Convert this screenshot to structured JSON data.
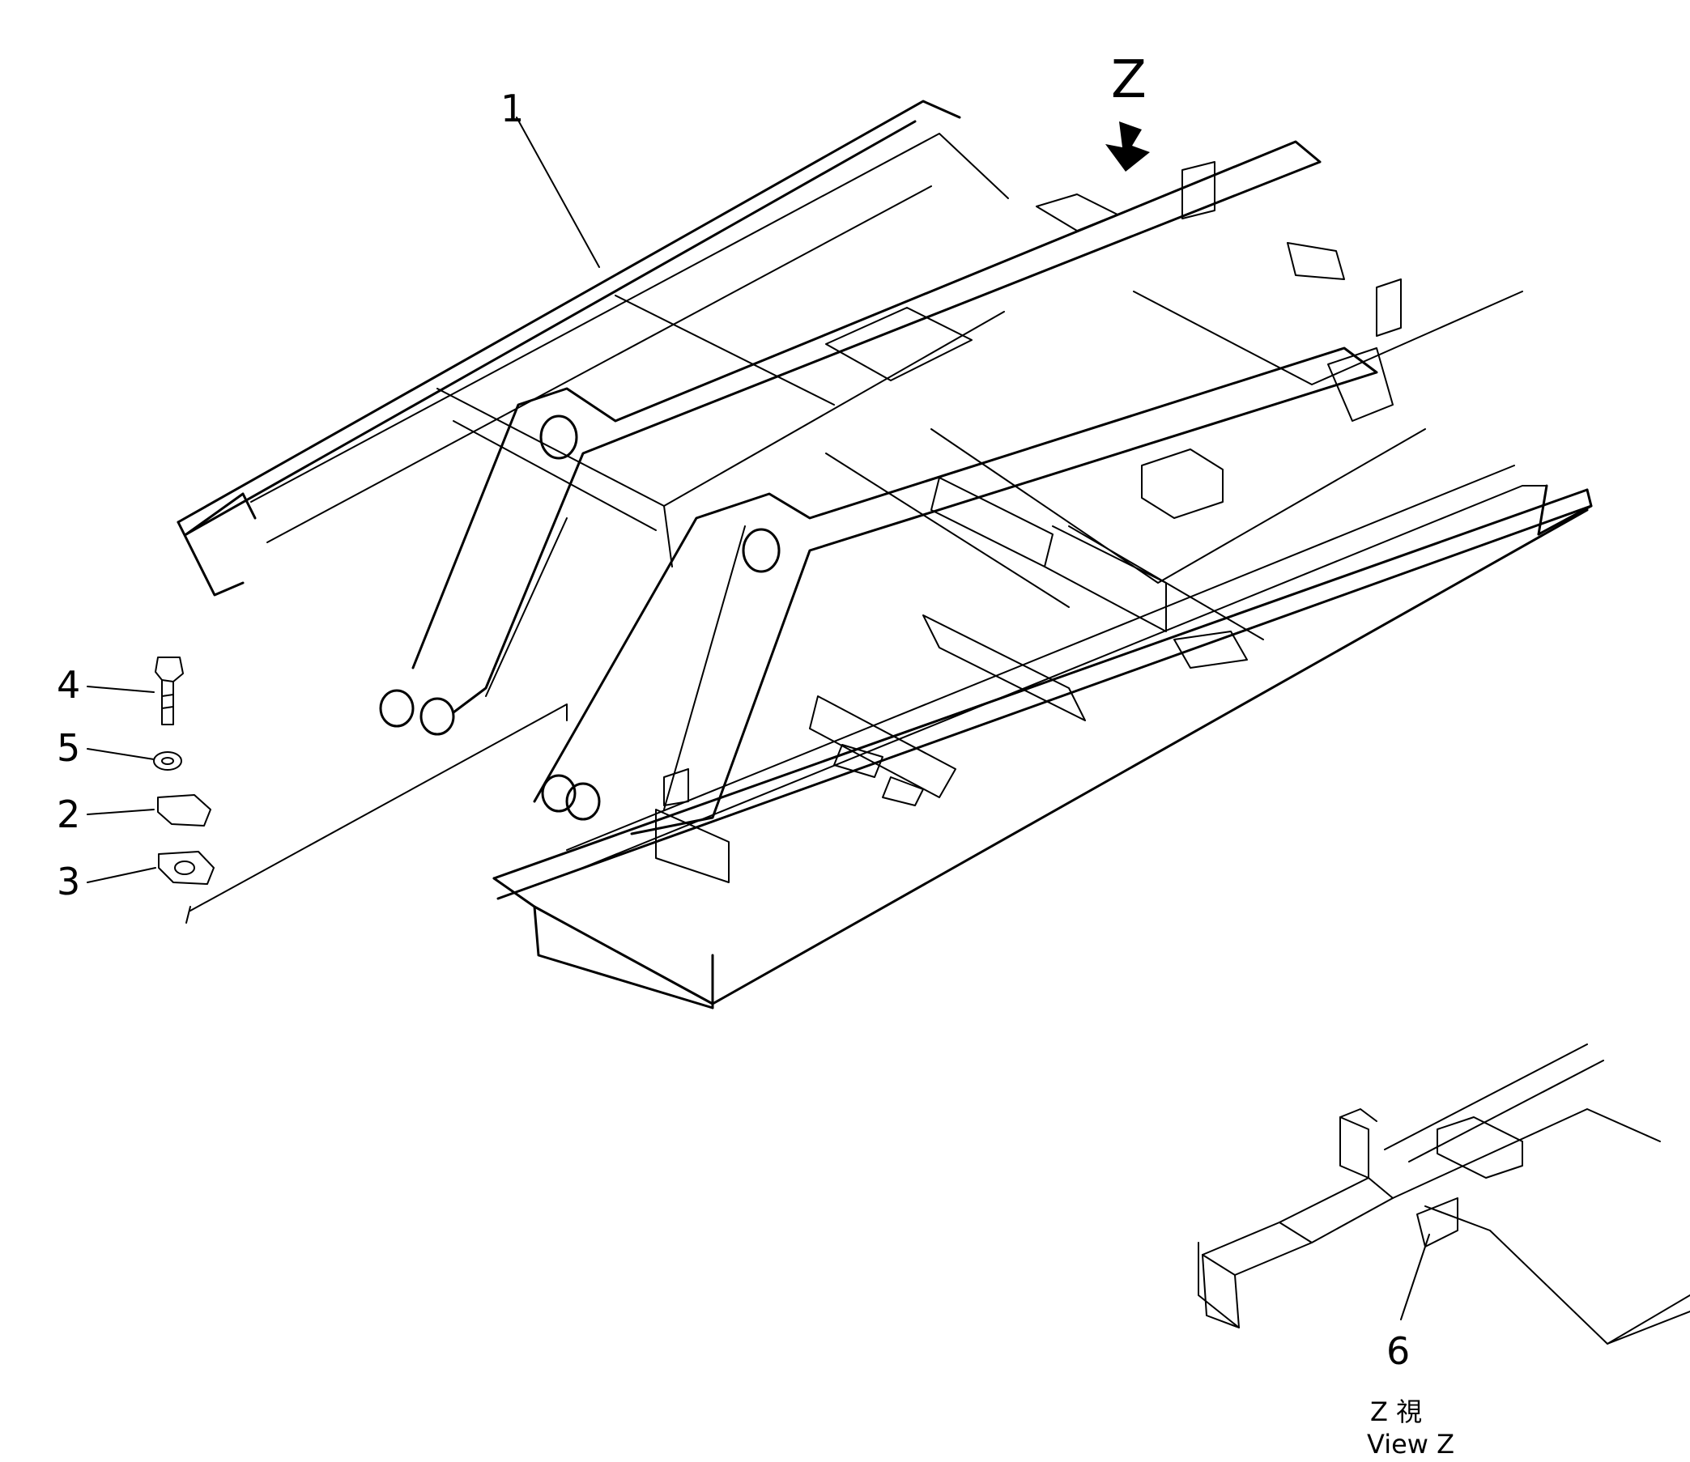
{
  "callouts": {
    "frame": "1",
    "bolt": "4",
    "washer": "5",
    "plate": "2",
    "gasket": "3",
    "view_part": "6"
  },
  "view_arrow_letter": "Z",
  "view_caption": {
    "line1": "Z 視",
    "line2": "View Z"
  }
}
